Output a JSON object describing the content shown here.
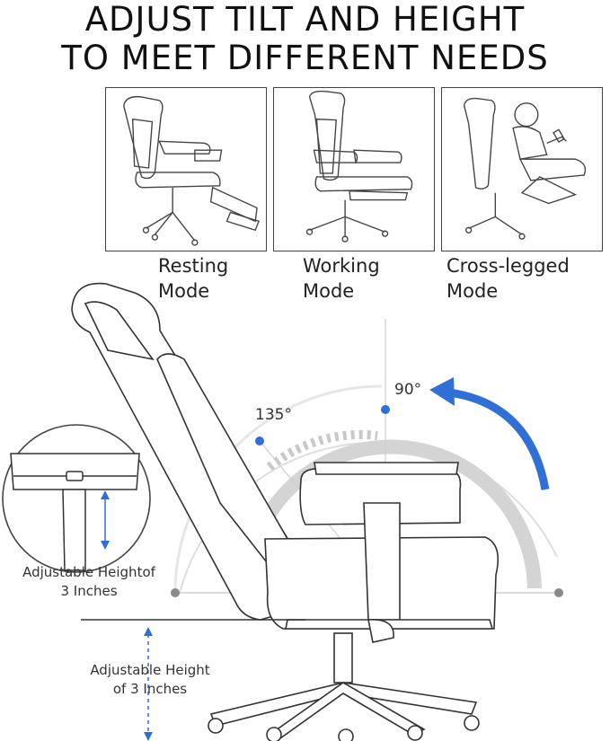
{
  "header": {
    "line1": "ADJUST TILT AND HEIGHT",
    "line2": "TO MEET DIFFERENT NEEDS"
  },
  "modes": [
    {
      "line1": "Resting",
      "line2": "Mode",
      "icon": "reclined-chair-with-footrest"
    },
    {
      "line1": "Working",
      "line2": "Mode",
      "icon": "upright-chair"
    },
    {
      "line1": "Cross-legged",
      "line2": "Mode",
      "icon": "person-seated-cross-legged"
    }
  ],
  "angles": {
    "recline": "135°",
    "upright": "90°"
  },
  "callouts": {
    "armrest_line1": "Adjustable Heightof",
    "armrest_line2": "3 Inches",
    "seat_line1": "Adjustable Height",
    "seat_line2": "of 3 Inches"
  },
  "colors": {
    "accent_blue": "#2f6fd6",
    "arc_gray": "#d4d4d4",
    "line_dark": "#333333"
  }
}
